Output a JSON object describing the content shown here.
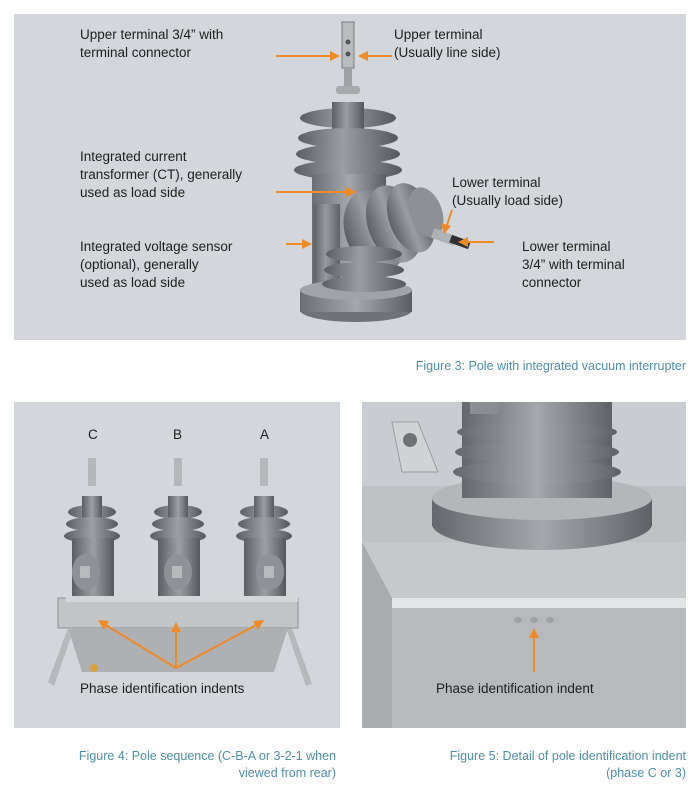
{
  "figure3": {
    "labels": {
      "upper_terminal_connector": "Upper terminal 3/4” with\nterminal connector",
      "upper_terminal": "Upper terminal\n(Usually line side)",
      "integrated_ct": "Integrated current\ntransformer (CT), generally\nused as load side",
      "lower_terminal": "Lower terminal\n(Usually load side)",
      "integrated_voltage_sensor": "Integrated voltage sensor\n(optional), generally\nused as load side",
      "lower_terminal_connector": "Lower terminal\n3/4” with terminal\nconnector"
    },
    "caption": "Figure 3: Pole with integrated vacuum interrupter"
  },
  "figure4": {
    "phases": [
      "C",
      "B",
      "A"
    ],
    "label": "Phase identification indents",
    "caption": "Figure 4: Pole sequence (C-B-A or 3-2-1 when\nviewed from rear)"
  },
  "figure5": {
    "label": "Phase identification indent",
    "caption": "Figure 5: Detail of pole identification indent\n(phase C or 3)"
  },
  "colors": {
    "arrow": "#f08a24",
    "caption": "#4f8fa8",
    "panel": "#d3d6da",
    "porcelain": "#7f8387"
  }
}
